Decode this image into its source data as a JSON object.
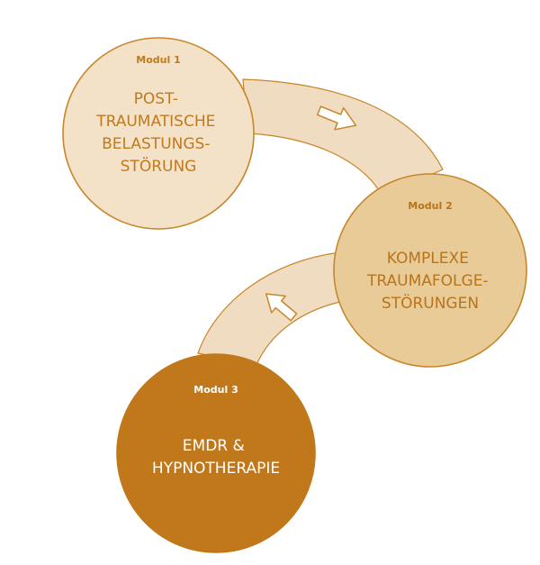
{
  "colors": {
    "connector_fill": "#f0dcc0",
    "connector_stroke": "#c8862a",
    "arrow_fill": "#ffffff",
    "arrow_stroke": "#c8862a",
    "module1_fill": "#f3e2c8",
    "module1_text": "#c07a1e",
    "module2_fill": "#e9cb98",
    "module2_text": "#b8741a",
    "module3_fill": "#c1781b",
    "module3_text": "#ffffff"
  },
  "modules": [
    {
      "label": "Modul 1",
      "title_lines": [
        "POST-",
        "TRAUMATISCHE",
        "BELASTUNGS-",
        "STÖRUNG"
      ]
    },
    {
      "label": "Modul 2",
      "title_lines": [
        "KOMPLEXE",
        "TRAUMAFOLGE-",
        "STÖRUNGEN"
      ]
    },
    {
      "label": "Modul 3",
      "title_lines": [
        "EMDR &",
        "HYPNOTHERAPIE"
      ]
    }
  ],
  "connectors": [
    {
      "from": "Modul 1",
      "to": "Modul 2",
      "arrow_icon": "arrow-right-icon"
    },
    {
      "from": "Modul 2",
      "to": "Modul 3",
      "arrow_icon": "arrow-left-icon"
    }
  ]
}
